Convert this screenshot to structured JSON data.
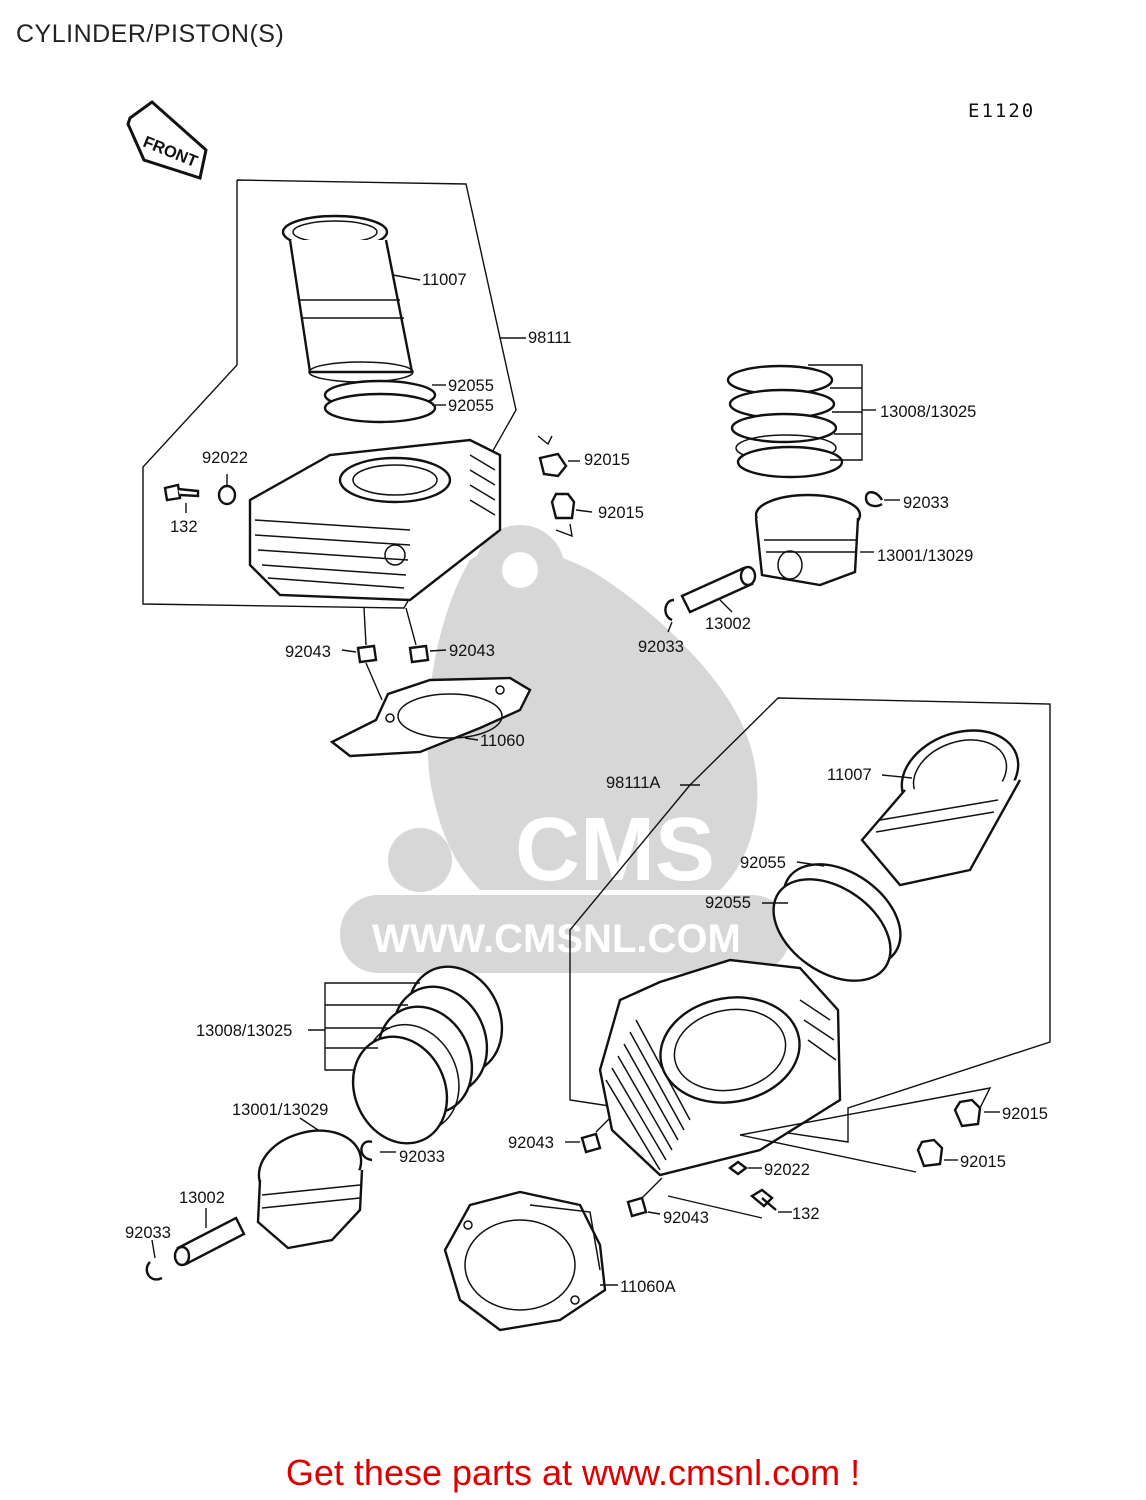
{
  "header": {
    "title": "CYLINDER/PISTON(S)",
    "diagram_code": "E1120"
  },
  "front_arrow": {
    "label": "FRONT"
  },
  "watermark": {
    "logo_text": "CMS",
    "url_text": "WWW.CMSNL.COM"
  },
  "labels": {
    "l11007_top": "11007",
    "l98111": "98111",
    "l92055_a": "92055",
    "l92055_b": "92055",
    "l92022_top": "92022",
    "l132_top": "132",
    "l92015_a": "92015",
    "l92015_b": "92015",
    "l13008_top": "13008/13025",
    "l92033_right": "92033",
    "l13001_top": "13001/13029",
    "l13002_top": "13002",
    "l92033_top": "92033",
    "l92043_left": "92043",
    "l92043_right": "92043",
    "l11060": "11060",
    "l98111A": "98111A",
    "l11007_bottom": "11007",
    "l92055_c": "92055",
    "l92055_d": "92055",
    "l13008_bottom": "13008/13025",
    "l13001_bottom": "13001/13029",
    "l92033_mid": "92033",
    "l13002_bottom": "13002",
    "l92033_bottom": "92033",
    "l92043_c": "92043",
    "l92022_bottom": "92022",
    "l92015_c": "92015",
    "l92015_d": "92015",
    "l132_bottom": "132",
    "l92043_d": "92043",
    "l11060A": "11060A"
  },
  "footer": {
    "promo_text": "Get these parts at www.cmsnl.com !"
  }
}
